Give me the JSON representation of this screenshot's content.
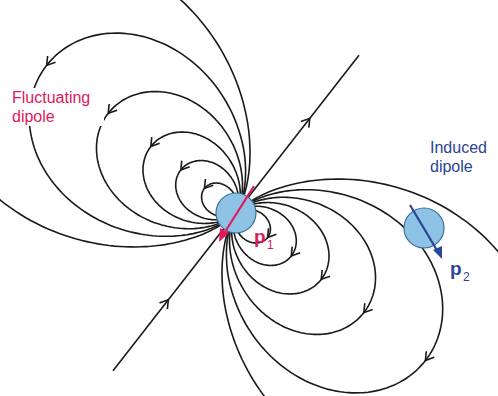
{
  "diagram": {
    "labels": [
      "Fluctuating dipole",
      "Induced dipole",
      "p",
      "1",
      "p",
      "2"
    ]
  }
}
